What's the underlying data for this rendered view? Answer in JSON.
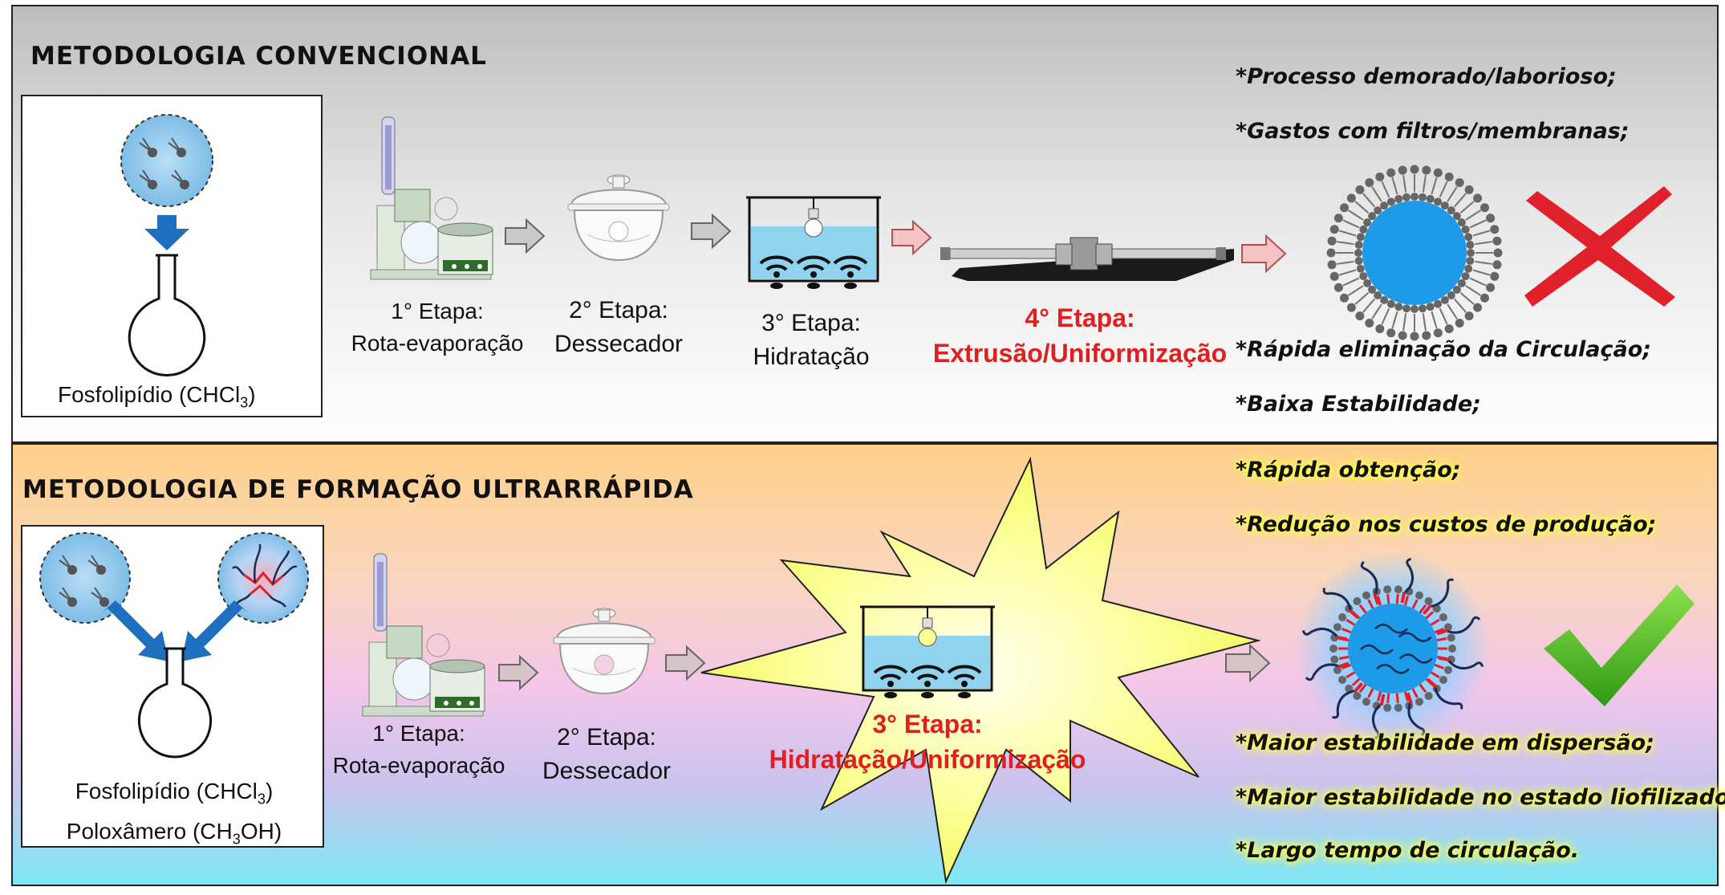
{
  "conventional": {
    "title": "METODOLOGIA CONVENCIONAL",
    "start_label": "Fosfolipídio (CHCl",
    "start_label_sub": "3",
    "start_label_end": ")",
    "step1_line1": "1° Etapa:",
    "step1_line2": "Rota-evaporação",
    "step2_line1": "2° Etapa:",
    "step2_line2": "Dessecador",
    "step3_line1": "3° Etapa:",
    "step3_line2": "Hidratação",
    "step4_line1": "4° Etapa:",
    "step4_line2": "Extrusão/Uniformização",
    "notes_top": [
      "*Processo demorado/laborioso;",
      "*Gastos com filtros/membranas;"
    ],
    "notes_bottom": [
      "*Rápida eliminação da Circulação;",
      "*Baixa Estabilidade;"
    ]
  },
  "ultrafast": {
    "title": "METODOLOGIA DE FORMAÇÃO ULTRARRÁPIDA",
    "start_label_1": "Fosfolipídio (CHCl",
    "start_label_1_sub": "3",
    "start_label_1_end": ")",
    "start_label_2": "Poloxâmero (CH",
    "start_label_2_sub": "3",
    "start_label_2_end": "OH)",
    "step1_line1": "1° Etapa:",
    "step1_line2": "Rota-evaporação",
    "step2_line1": "2° Etapa:",
    "step2_line2": "Dessecador",
    "step3_line1": "3° Etapa:",
    "step3_line2": "Hidratação/Uniformização",
    "notes_top": [
      "*Rápida obtenção;",
      "*Redução nos custos de produção;"
    ],
    "notes_bottom": [
      "*Maior estabilidade em dispersão;",
      "*Maior estabilidade no estado liofilizado;",
      "*Largo tempo de circulação."
    ]
  },
  "colors": {
    "highlight_red": "#e02020",
    "liposome_blue": "#1e9be8",
    "bath_blue": "#8fd3ee",
    "cross_red": "#e0202a",
    "check_green": "#46b21e"
  },
  "icons": [
    "rotary-evaporator-icon",
    "desiccator-icon",
    "ultrasonic-bath-icon",
    "extruder-icon",
    "liposome-icon",
    "cross-icon",
    "check-icon",
    "round-flask-icon"
  ]
}
